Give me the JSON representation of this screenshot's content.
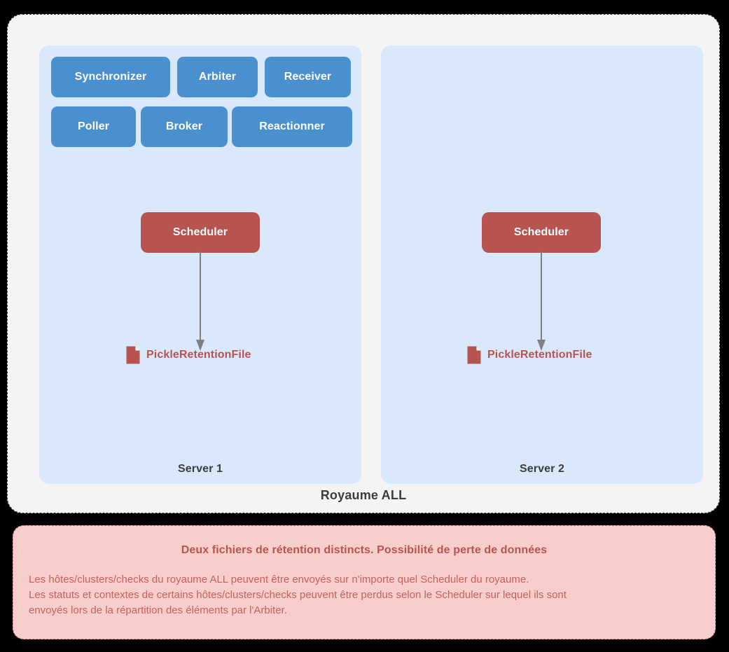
{
  "realm": {
    "caption": "Royaume ALL",
    "servers": [
      {
        "label": "Server 1",
        "daemons": [
          {
            "name": "Synchronizer"
          },
          {
            "name": "Arbiter"
          },
          {
            "name": "Receiver"
          },
          {
            "name": "Poller"
          },
          {
            "name": "Broker"
          },
          {
            "name": "Reactionner"
          }
        ],
        "scheduler": {
          "label": "Scheduler"
        },
        "retention_file": {
          "label": "PickleRetentionFile",
          "icon": "file-icon"
        }
      },
      {
        "label": "Server 2",
        "daemons": [],
        "scheduler": {
          "label": "Scheduler"
        },
        "retention_file": {
          "label": "PickleRetentionFile",
          "icon": "file-icon"
        }
      }
    ]
  },
  "warning": {
    "title": "Deux fichiers de rétention distincts. Possibilité de perte de données",
    "line1": "Les hôtes/clusters/checks du royaume ALL peuvent être envoyés sur n'importe quel Scheduler du royaume.",
    "line2": "Les statuts et contextes de certains hôtes/clusters/checks peuvent être perdus selon le Scheduler sur lequel ils sont",
    "line3": "envoyés lors de la répartition des éléments par l'Arbiter."
  },
  "colors": {
    "page_background": "#000000",
    "realm_panel": "#F4F4F4",
    "server_panel": "#DAE8FC",
    "daemon_box": "#4A90CE",
    "scheduler_box": "#B85450",
    "retention_text": "#B85450",
    "arrow": "#808080",
    "warning_background": "#F8CECC",
    "warning_border": "#D96B66",
    "warning_title": "#B85450",
    "warning_body": "#C5605C",
    "label_text": "#3C3C3C"
  }
}
